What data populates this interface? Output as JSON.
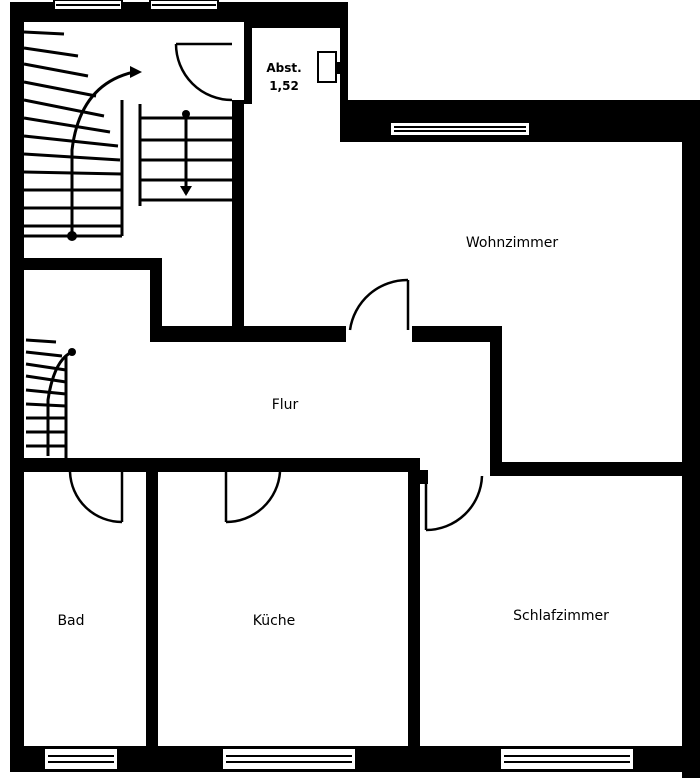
{
  "plan": {
    "rooms": {
      "wohnzimmer": "Wohnzimmer",
      "flur": "Flur",
      "bad": "Bad",
      "kueche": "Küche",
      "schlafzimmer": "Schlafzimmer"
    },
    "storage": {
      "label": "Abst.",
      "area": "1,52"
    }
  }
}
